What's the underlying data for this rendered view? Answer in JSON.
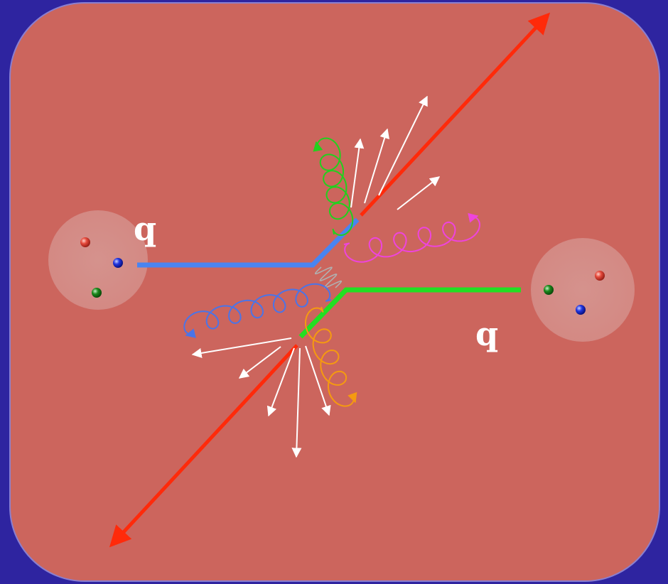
{
  "labels": {
    "quark_left": "q",
    "quark_right": "q"
  },
  "colors": {
    "background": "#2e24a0",
    "panel": "#cc655d",
    "panel_border": "#8a7fd0",
    "incoming_quark_left": "#4a84f0",
    "incoming_quark_right": "#22e022",
    "outgoing_jet": "#ff2a0a",
    "exchanged_gluon": "#b0b0b0",
    "radiated_gluon_green": "#22d01e",
    "radiated_gluon_magenta": "#ee44dd",
    "radiated_gluon_blue": "#4a74e8",
    "radiated_gluon_orange": "#f59a10",
    "hadron_fill": "#e6e6e6",
    "quark_red": "#e64a3c",
    "quark_blue": "#2236e0",
    "quark_green": "#1c8a1c",
    "particle_track": "#ffffff"
  },
  "hadrons": [
    {
      "name": "hadron-left",
      "quarks": [
        "red",
        "blue",
        "green"
      ]
    },
    {
      "name": "hadron-right",
      "quarks": [
        "green",
        "red",
        "blue"
      ]
    }
  ]
}
